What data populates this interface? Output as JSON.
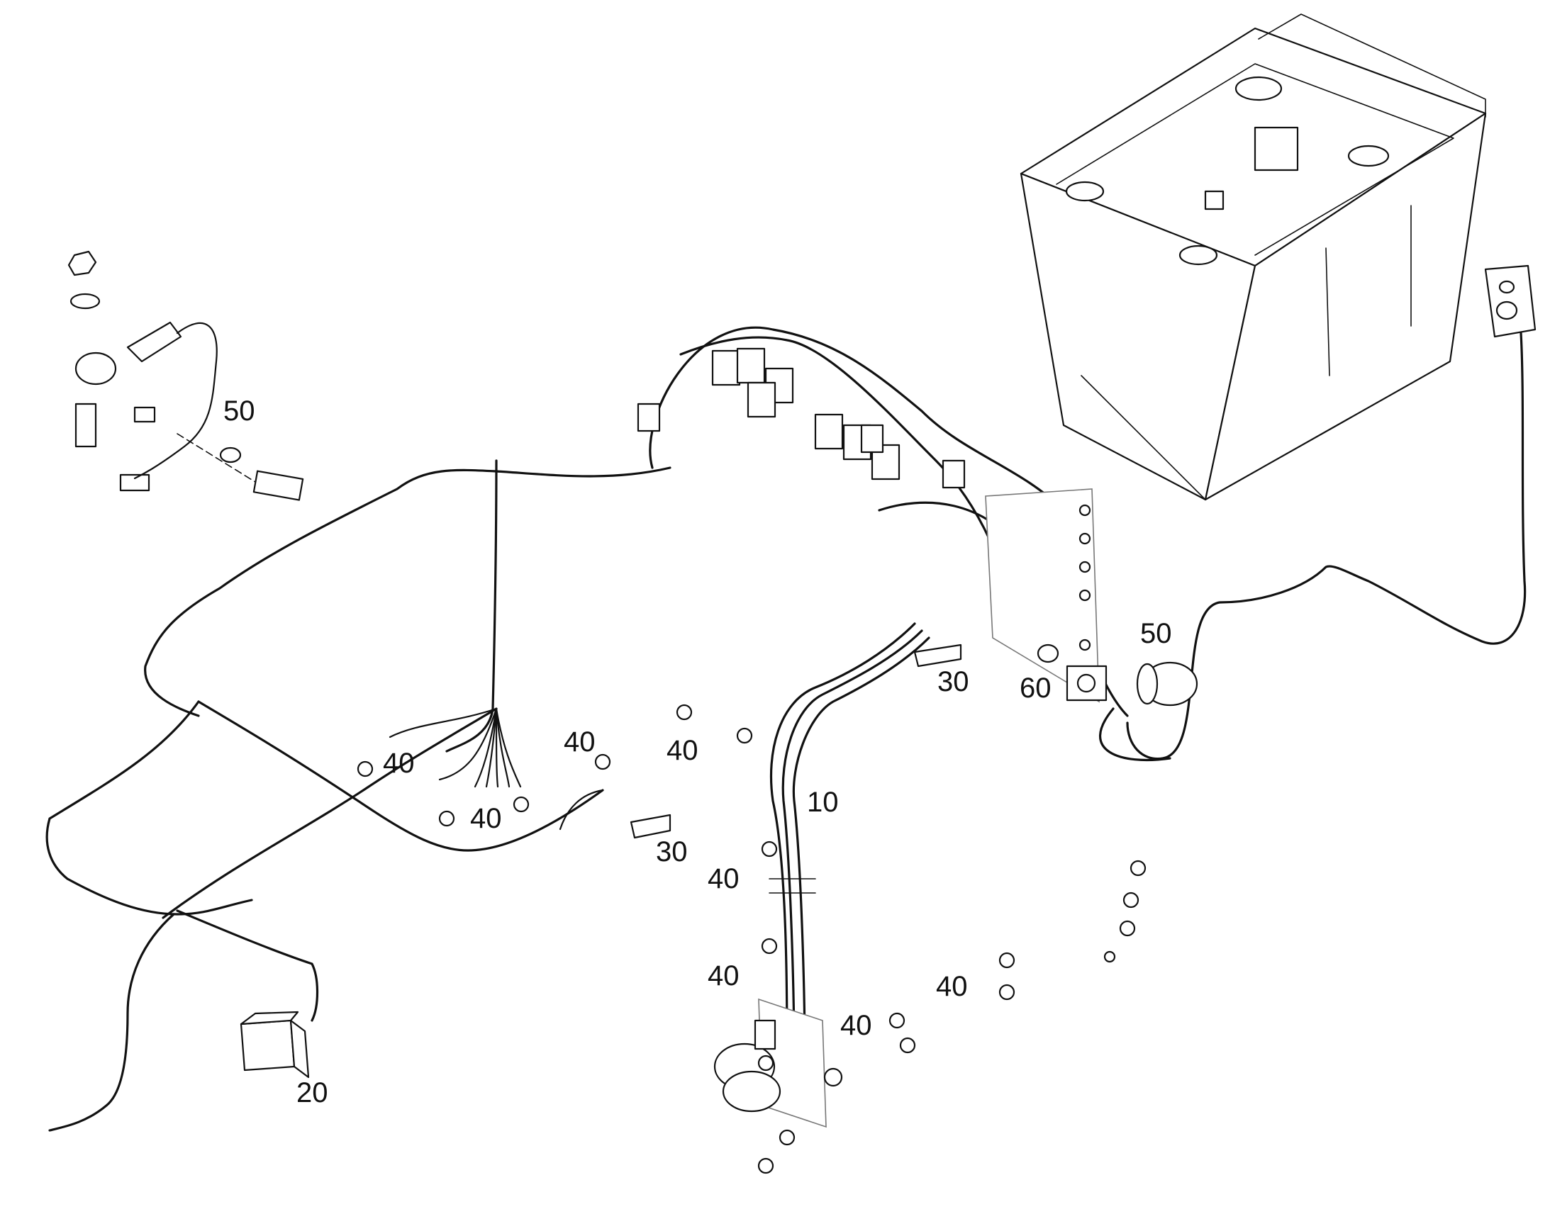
{
  "labels": {
    "l10": "10",
    "l20": "20",
    "l30": "30",
    "l40": "40",
    "l50": "50",
    "l60": "60"
  }
}
